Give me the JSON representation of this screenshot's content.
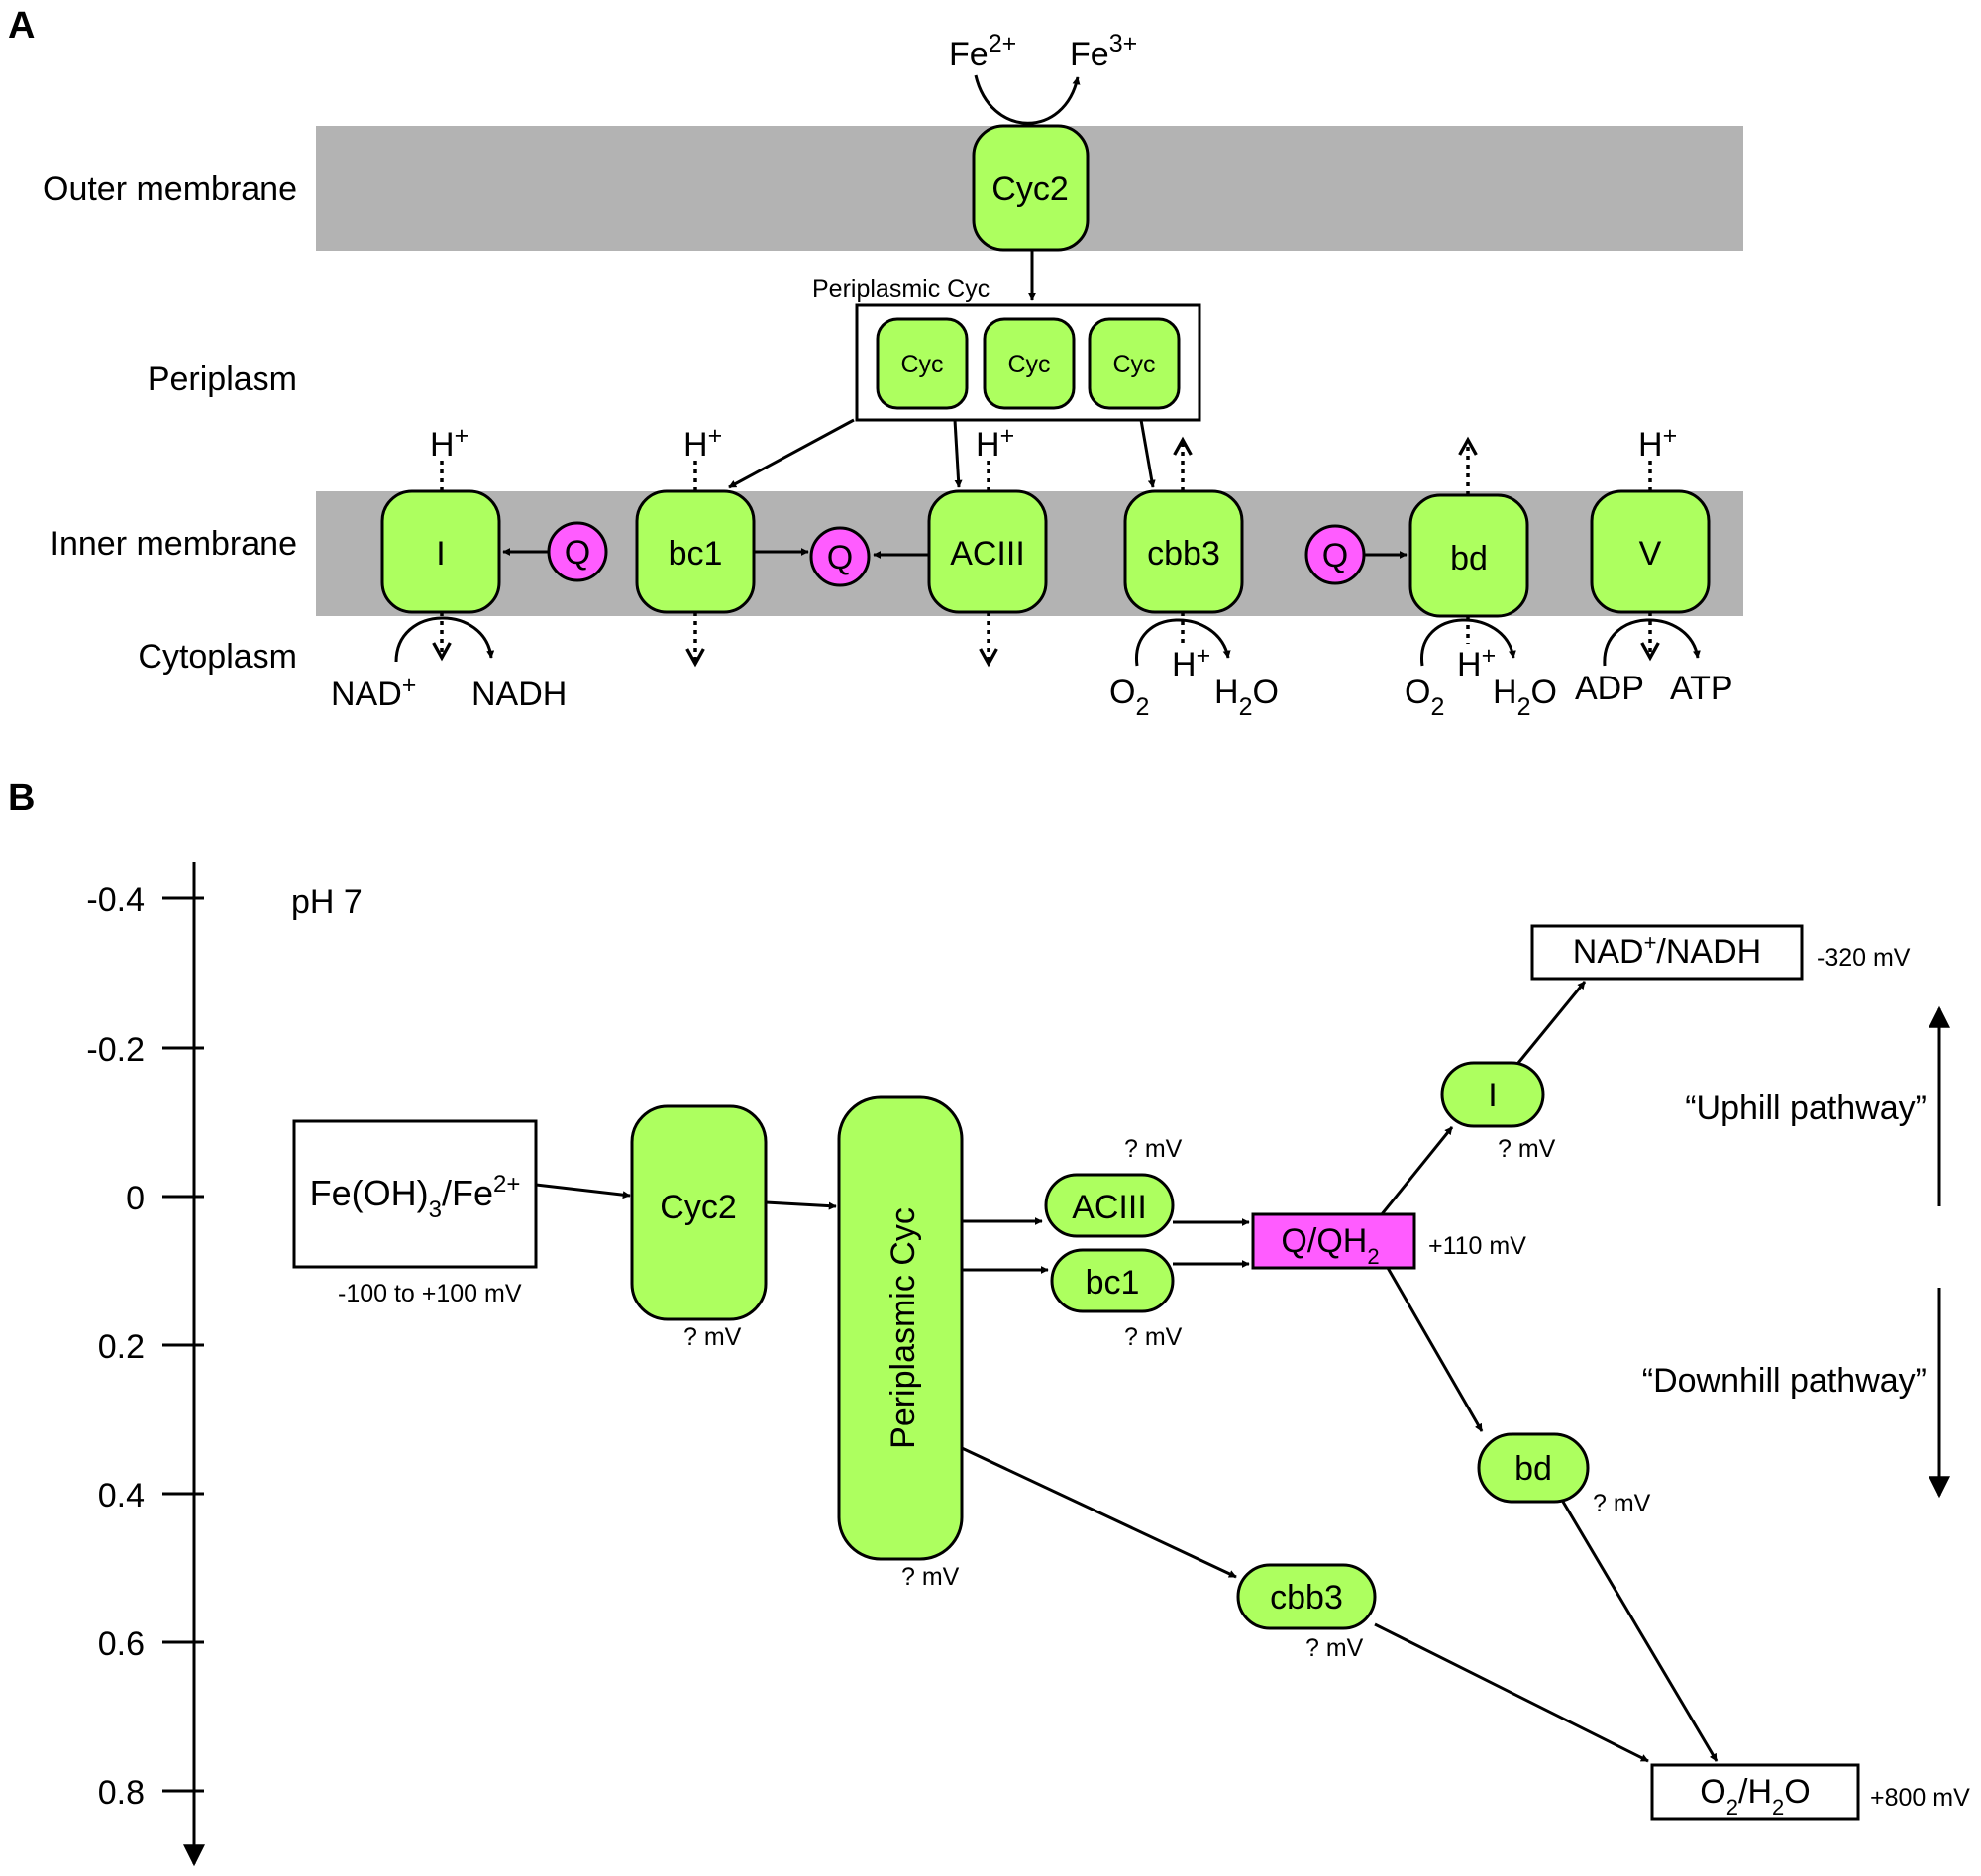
{
  "panel_a": {
    "label": "A",
    "regions": {
      "outer_membrane": "Outer membrane",
      "periplasm": "Periplasm",
      "inner_membrane": "Inner membrane",
      "cytoplasm": "Cytoplasm"
    },
    "fe2": "Fe",
    "fe2_sup": "2+",
    "fe3": "Fe",
    "fe3_sup": "3+",
    "cyc2": "Cyc2",
    "periplasmic_cyc": "Periplasmic Cyc",
    "cyc": "Cyc",
    "complex_i": "I",
    "bc1": "bc1",
    "aciii": "ACIII",
    "cbb3": "cbb3",
    "bd": "bd",
    "v": "V",
    "q": "Q",
    "h": "H",
    "plus": "+",
    "nad": "NAD",
    "nadh": "NADH",
    "o": "O",
    "sub2": "2",
    "h2o_h": "H",
    "h2o_o": "O",
    "adp": "ADP",
    "atp": "ATP"
  },
  "panel_b": {
    "label": "B",
    "axis_ticks": [
      "-0.4",
      "-0.2",
      "0",
      "0.2",
      "0.4",
      "0.6",
      "0.8"
    ],
    "ph": "pH 7",
    "fe_couple_a": "Fe(OH)",
    "fe_couple_sub": "3",
    "fe_couple_b": "/Fe",
    "fe_couple_sup": "2+",
    "fe_range": "-100 to +100 mV",
    "cyc2": "Cyc2",
    "periplasmic_cyc": "Periplasmic Cyc",
    "aciii": "ACIII",
    "bc1": "bc1",
    "qqh2_a": "Q/QH",
    "qqh2_sub": "2",
    "q_mv": "+110 mV",
    "complex_i": "I",
    "nad_a": "NAD",
    "nad_sup": "+",
    "nad_b": "/NADH",
    "nad_mv": "-320 mV",
    "bd": "bd",
    "cbb3": "cbb3",
    "o2_a": "O",
    "o2_sub": "2",
    "o2_b": "/H",
    "o2_sub2": "2",
    "o2_c": "O",
    "o2_mv": "+800 mV",
    "unknown_mv": "? mV",
    "uphill": "“Uphill pathway”",
    "downhill": "“Downhill pathway”"
  },
  "colors": {
    "protein": "#adff5f",
    "quinone": "#ff5cff",
    "membrane": "#b3b3b3"
  }
}
